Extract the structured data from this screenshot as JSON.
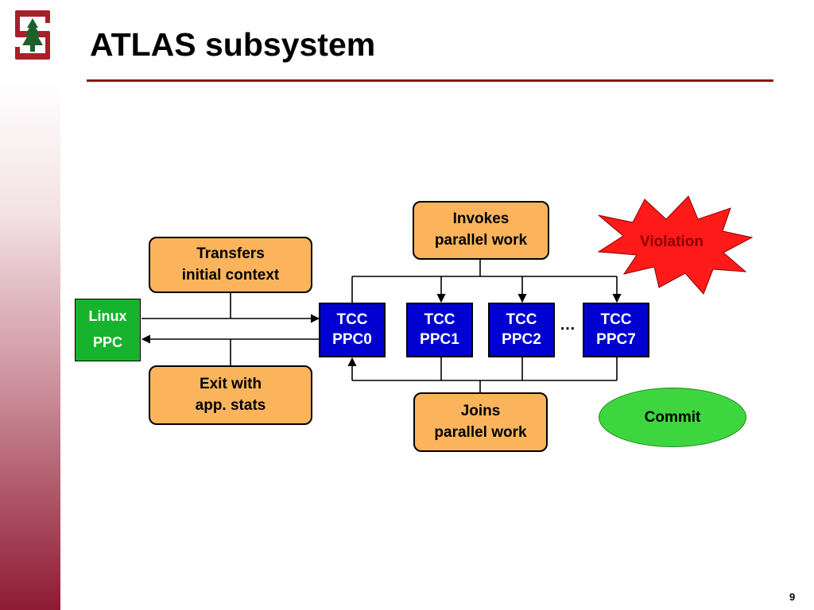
{
  "slide": {
    "title": "ATLAS subsystem",
    "page_number": "9",
    "accent_color": "#8c1515"
  },
  "logo": {
    "icon": "stanford-tree-logo-icon"
  },
  "nodes": {
    "linux": {
      "line1": "Linux",
      "line2": "PPC"
    },
    "transfers": {
      "line1": "Transfers",
      "line2": "initial context"
    },
    "exit": {
      "line1": "Exit with",
      "line2": "app. stats"
    },
    "invokes": {
      "line1": "Invokes",
      "line2": "parallel work"
    },
    "joins": {
      "line1": "Joins",
      "line2": "parallel work"
    },
    "tcc": [
      {
        "line1": "TCC",
        "line2": "PPC0"
      },
      {
        "line1": "TCC",
        "line2": "PPC1"
      },
      {
        "line1": "TCC",
        "line2": "PPC2"
      },
      {
        "line1": "TCC",
        "line2": "PPC7"
      }
    ],
    "ellipsis": "…",
    "violation": "Violation",
    "commit": "Commit"
  },
  "colors": {
    "task_box": "#fbb45c",
    "tcc_box": "#0000d0",
    "linux_box": "#17b32c",
    "violation_star": "#ff1a1a",
    "violation_text": "#8b0000",
    "commit_ellipse": "#3ed63e"
  }
}
